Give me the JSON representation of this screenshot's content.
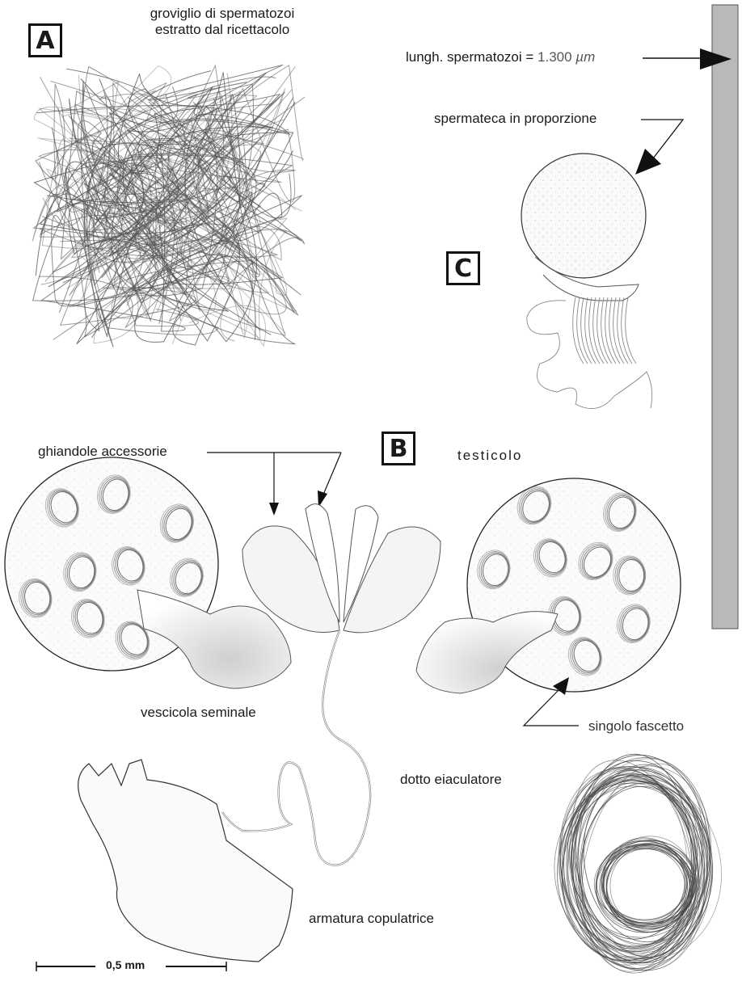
{
  "panels": {
    "a": "A",
    "b": "B",
    "c": "C"
  },
  "labels": {
    "tangle_line1": "groviglio di spermatozoi",
    "tangle_line2": "estratto dal ricettacolo",
    "sperm_length_prefix": "lungh. spermatozoi = ",
    "sperm_length_value": "1.300",
    "sperm_length_unit": "µm",
    "spermatheca": "spermateca in proporzione",
    "accessory_glands": "ghiandole accessorie",
    "testis": "testicolo",
    "seminal_vesicle": "vescicola seminale",
    "single_bundle": "singolo fascetto",
    "ejaculatory_duct": "dotto eiaculatore",
    "copulatory_armature": "armatura copulatrice",
    "scale_bar": "0,5 mm"
  },
  "colors": {
    "ink": "#1a1a1a",
    "sperm_bar": "#b9b9b9",
    "fill_gray": "#e6e6e6"
  }
}
